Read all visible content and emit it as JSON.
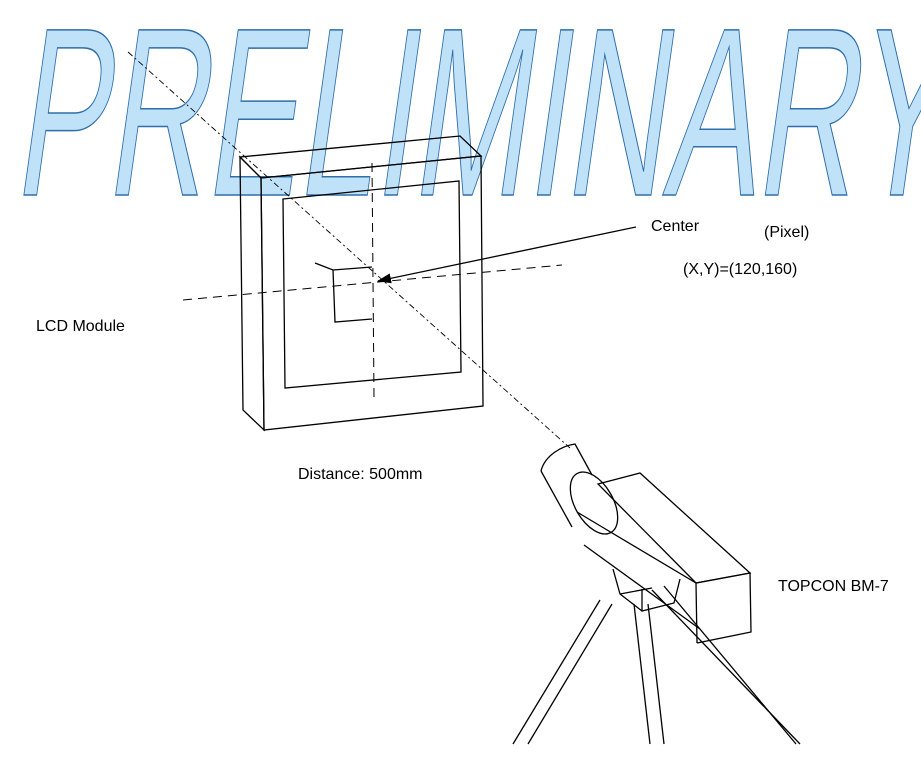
{
  "watermark": {
    "text": "PRELIMINARY",
    "color": "#bfe2f8",
    "outline": "#2f6ea8"
  },
  "labels": {
    "lcd_module": "LCD Module",
    "center": "Center",
    "pixel": "(Pixel)",
    "coordinates": "(X,Y)=(120,160)",
    "distance": "Distance: 500mm",
    "instrument": "TOPCON BM-7"
  }
}
